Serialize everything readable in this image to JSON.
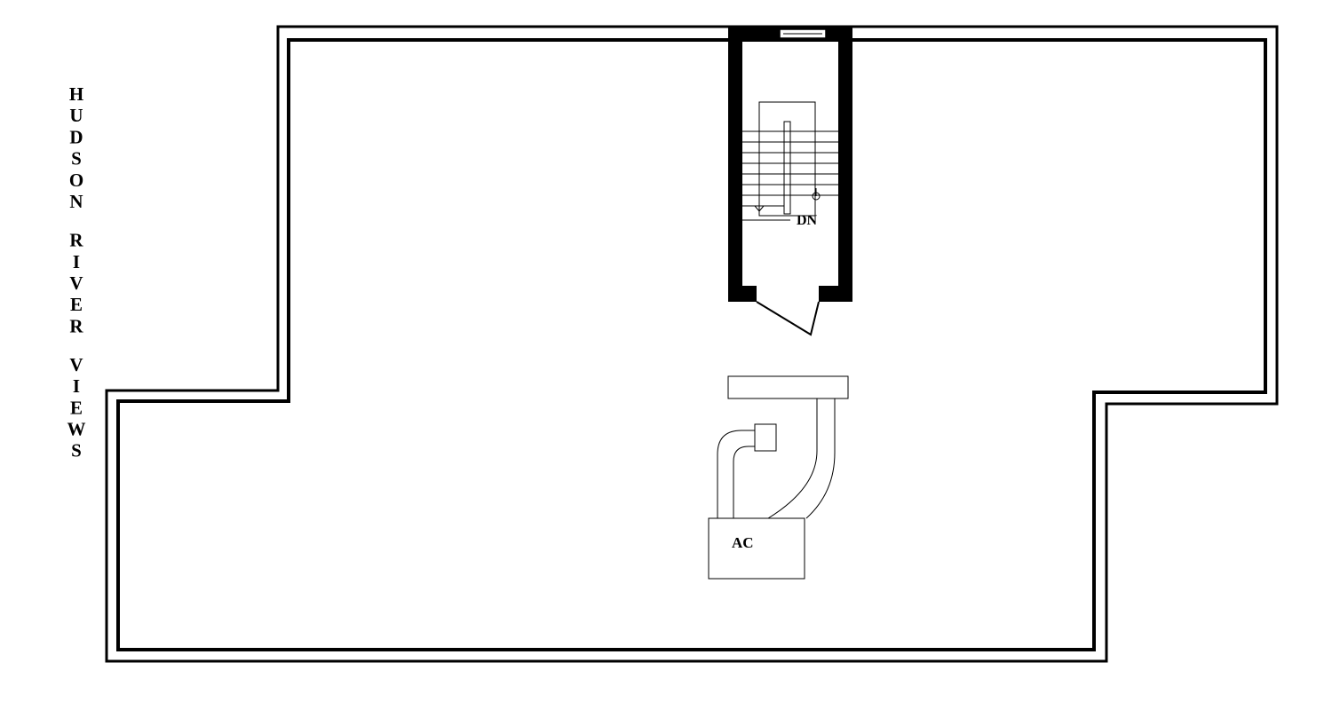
{
  "diagram": {
    "side_caption": "HUDSON RIVER VIEWS",
    "labels": {
      "stairs": "DN",
      "ac_unit": "AC"
    },
    "colors": {
      "line": "#000000",
      "background": "#ffffff"
    }
  }
}
